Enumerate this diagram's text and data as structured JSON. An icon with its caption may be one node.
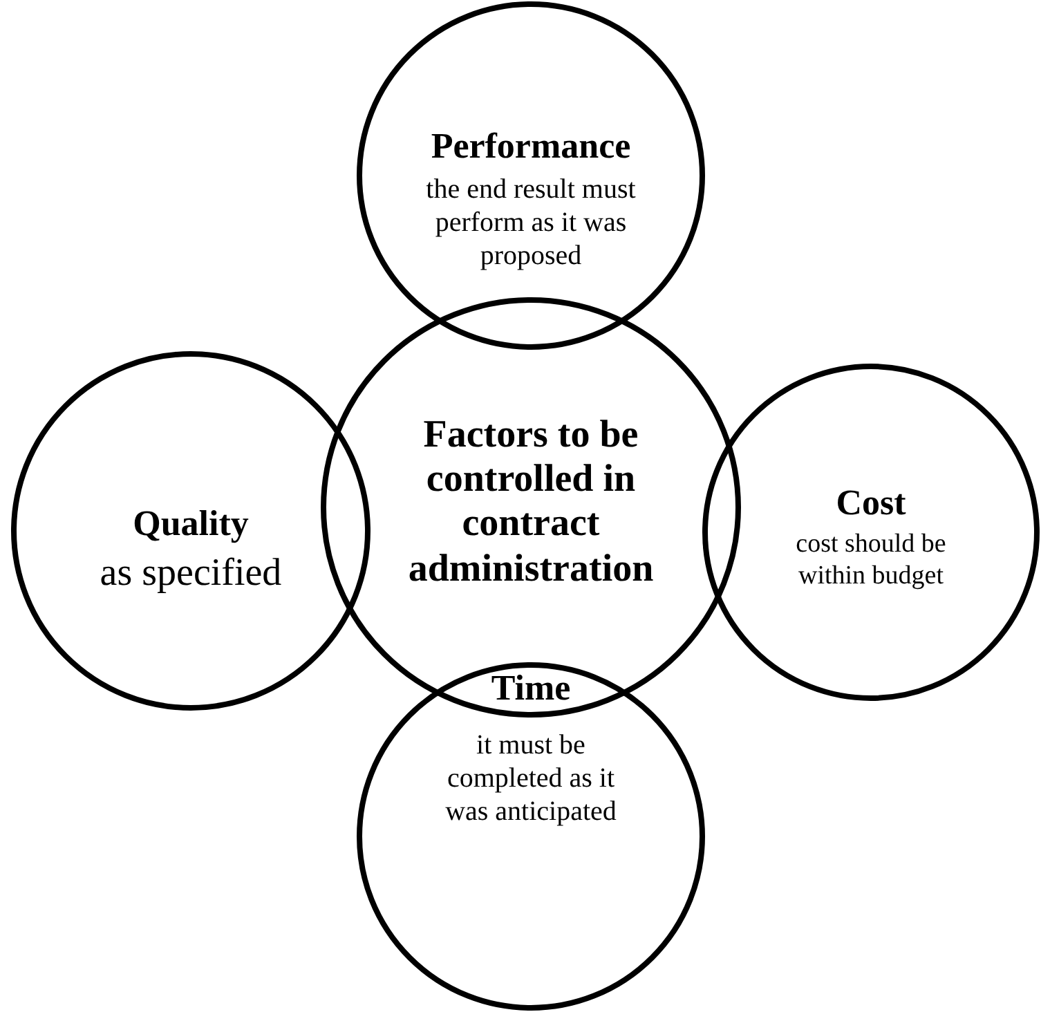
{
  "diagram": {
    "nodes": [
      {
        "text": [
          "Performance",
          "the end result must perform as it was proposed"
        ]
      },
      {
        "text": [
          "Quality",
          "as specified"
        ]
      },
      {
        "text": [
          "Factors to be controlled in contract administration"
        ]
      },
      {
        "text": [
          "Cost",
          "cost should be within budget"
        ]
      },
      {
        "text": [
          "Time",
          "it must be completed as it was anticipated"
        ]
      }
    ]
  }
}
